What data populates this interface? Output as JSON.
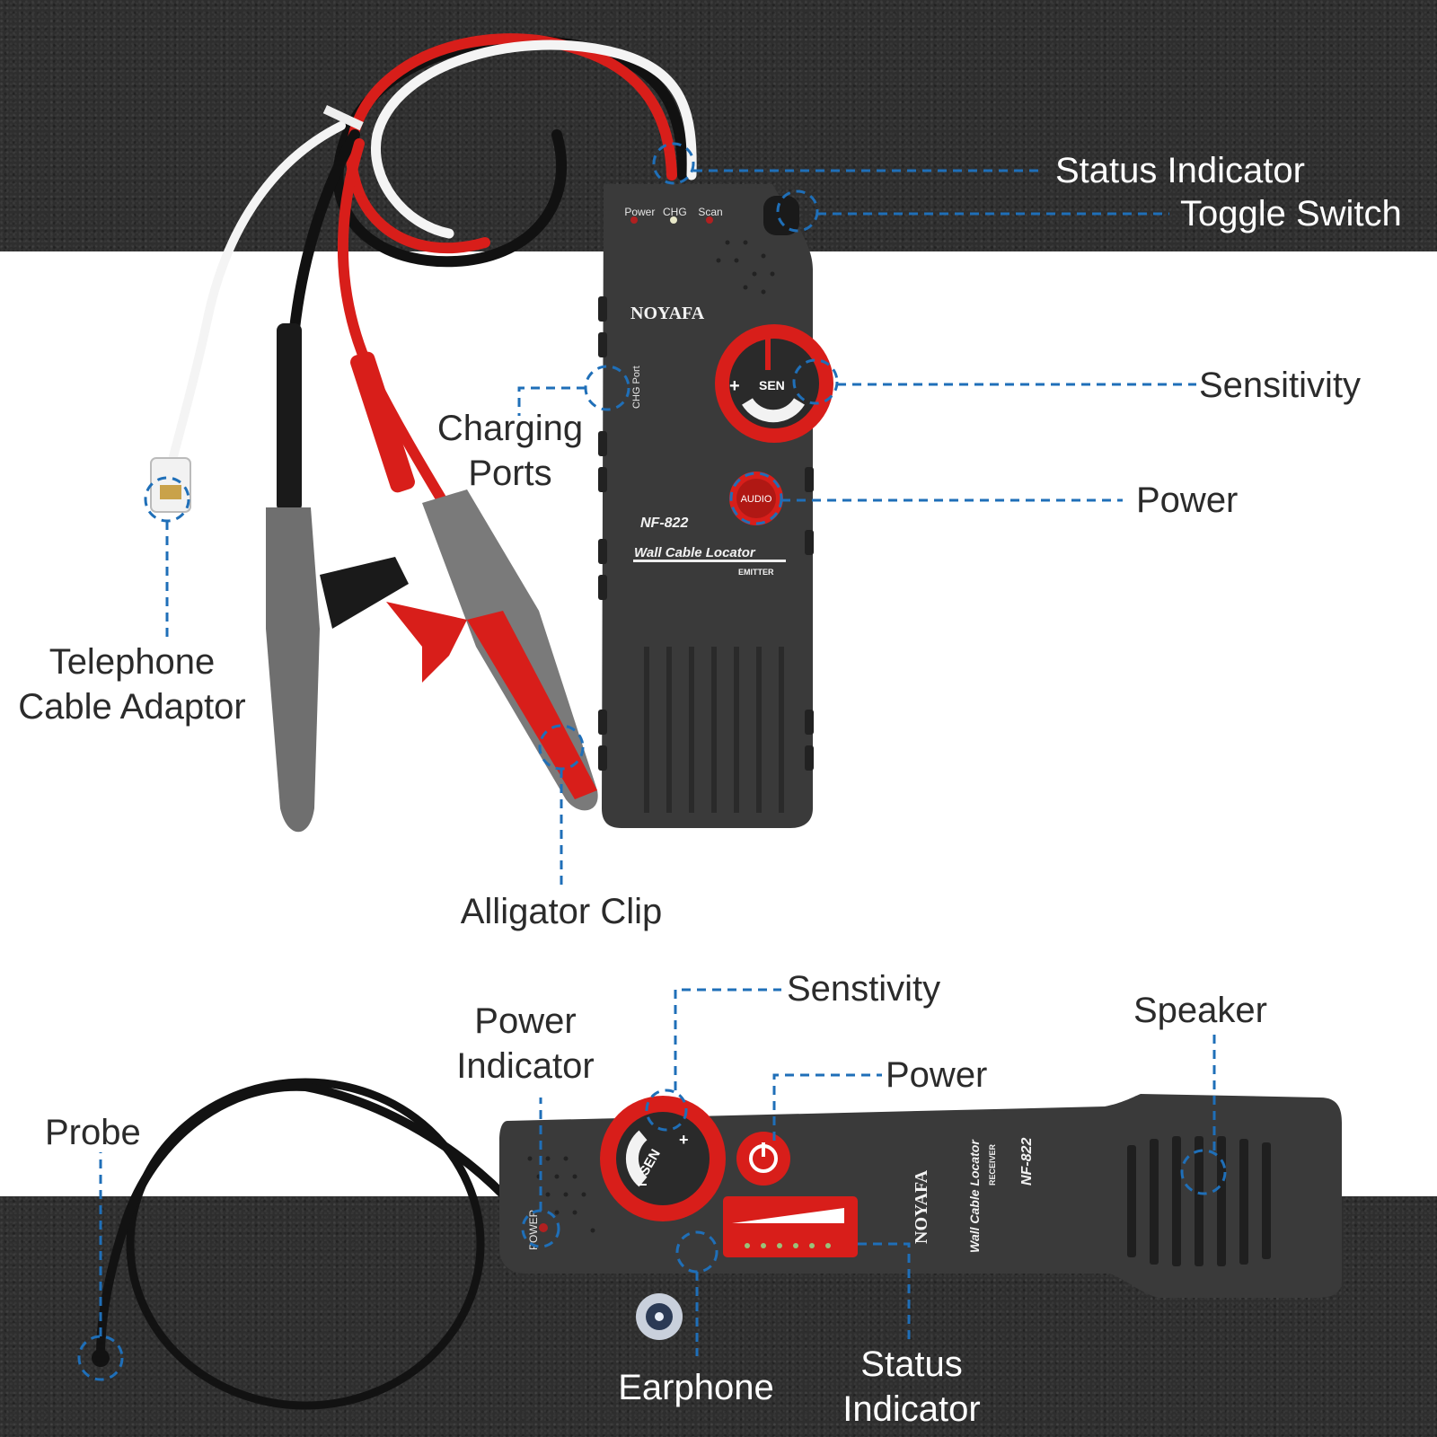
{
  "emitter": {
    "brand": "NOYAFA",
    "model": "NF-822",
    "product": "Wall Cable Locator",
    "variant": "EMITTER",
    "led_labels": [
      "Power",
      "CHG",
      "Scan"
    ],
    "knob_label": "SEN",
    "knob_plus": "+",
    "audio_button": "AUDIO",
    "port_label": "CHG Port"
  },
  "receiver": {
    "brand": "NOYAFA",
    "model": "NF-822",
    "product": "Wall Cable Locator",
    "variant": "RECEIVER",
    "power_led_label": "POWER",
    "knob_label": "SEN",
    "knob_plus": "+",
    "knob_minus": "−"
  },
  "callouts": {
    "status_indicator_top": "Status Indicator",
    "toggle_switch": "Toggle Switch",
    "sensitivity": "Sensitivity",
    "power_top": "Power",
    "charging_ports": [
      "Charging",
      "Ports"
    ],
    "telephone_cable_adaptor": [
      "Telephone",
      "Cable Adaptor"
    ],
    "alligator_clip": "Alligator Clip",
    "senstivity_bottom": "Senstivity",
    "power_indicator": [
      "Power",
      "Indicator"
    ],
    "power_bottom": "Power",
    "speaker": "Speaker",
    "probe": "Probe",
    "earphone": "Earphone",
    "status_indicator_bottom": [
      "Status",
      "Indicator"
    ]
  },
  "colors": {
    "callout_blue": "#1f6fb8",
    "device_body": "#3a3a3a",
    "accent_red": "#e0231f",
    "background_dark": "#2e2e2e"
  }
}
